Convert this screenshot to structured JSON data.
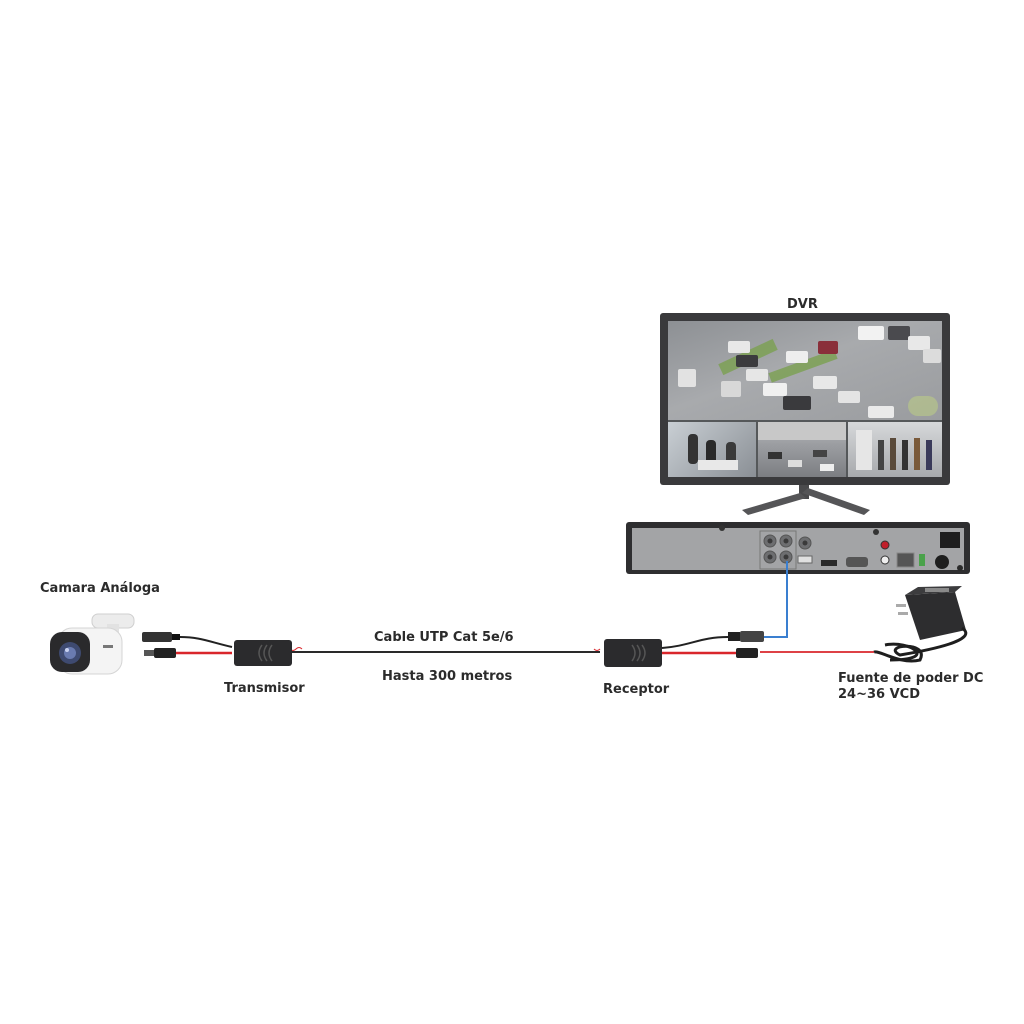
{
  "labels": {
    "dvr": "DVR",
    "camera": "Camara Análoga",
    "transmitter": "Transmisor",
    "cable": "Cable UTP Cat 5e/6",
    "distance": "Hasta 300 metros",
    "receiver": "Receptor",
    "power_supply_line1": "Fuente de poder DC",
    "power_supply_line2": "24~36 VCD"
  },
  "components": [
    {
      "id": "camera",
      "name": "Camara Análoga",
      "type": "analog bullet camera"
    },
    {
      "id": "transmitter",
      "name": "Transmisor",
      "type": "video balun transmitter"
    },
    {
      "id": "cable",
      "name": "Cable UTP Cat 5e/6",
      "note": "Hasta 300 metros"
    },
    {
      "id": "receiver",
      "name": "Receptor",
      "type": "video balun receiver"
    },
    {
      "id": "dvr",
      "name": "DVR",
      "type": "digital video recorder + monitor"
    },
    {
      "id": "power",
      "name": "Fuente de poder DC",
      "note": "24~36 VCD"
    }
  ],
  "connections": [
    {
      "from": "camera",
      "to": "transmitter",
      "kind": "BNC video + DC power"
    },
    {
      "from": "transmitter",
      "to": "receiver",
      "kind": "UTP cable"
    },
    {
      "from": "receiver",
      "to": "dvr",
      "kind": "BNC video",
      "color": "#3a7fd0"
    },
    {
      "from": "power",
      "to": "receiver",
      "kind": "DC power",
      "color": "#d9262b"
    }
  ],
  "colors": {
    "video_line": "#3a7fd0",
    "power_line": "#d9262b",
    "cable": "#2a2a2a",
    "device_dark": "#2b2b2b",
    "dvr_body": "#9c9c9c"
  }
}
